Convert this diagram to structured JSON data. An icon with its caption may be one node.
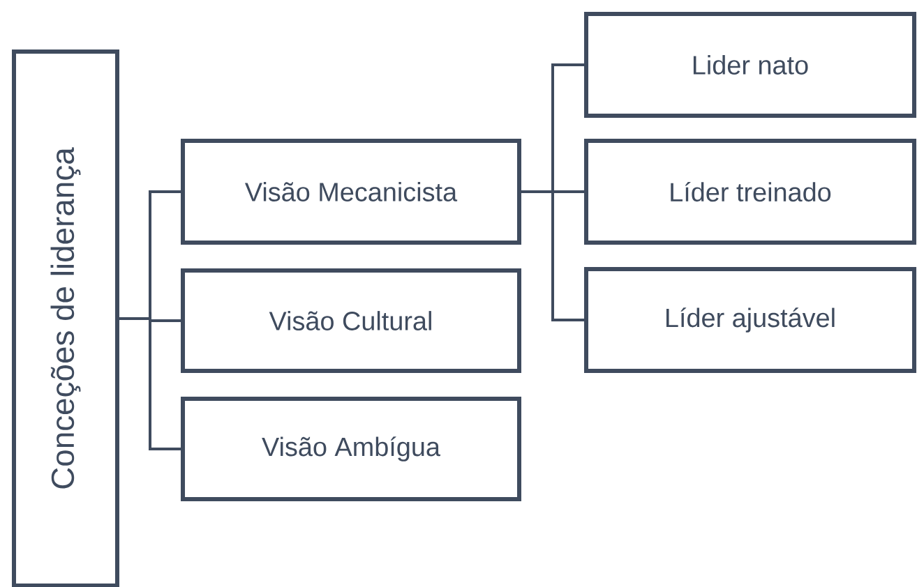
{
  "diagram": {
    "nodes": [
      {
        "text": [
          "Conceções de liderança"
        ]
      },
      {
        "text": [
          "Visão Mecanicista"
        ]
      },
      {
        "text": [
          "Visão Cultural"
        ]
      },
      {
        "text": [
          "Visão Ambígua"
        ]
      },
      {
        "text": [
          "Lider nato"
        ]
      },
      {
        "text": [
          "Líder treinado"
        ]
      },
      {
        "text": [
          "Líder ajustável"
        ]
      }
    ],
    "edges": [
      {
        "from": 0,
        "to": 1,
        "arrow": "none"
      },
      {
        "from": 0,
        "to": 2,
        "arrow": "none"
      },
      {
        "from": 0,
        "to": 3,
        "arrow": "none"
      },
      {
        "from": 1,
        "to": 4,
        "arrow": "none"
      },
      {
        "from": 1,
        "to": 5,
        "arrow": "none"
      },
      {
        "from": 1,
        "to": 6,
        "arrow": "none"
      }
    ]
  }
}
